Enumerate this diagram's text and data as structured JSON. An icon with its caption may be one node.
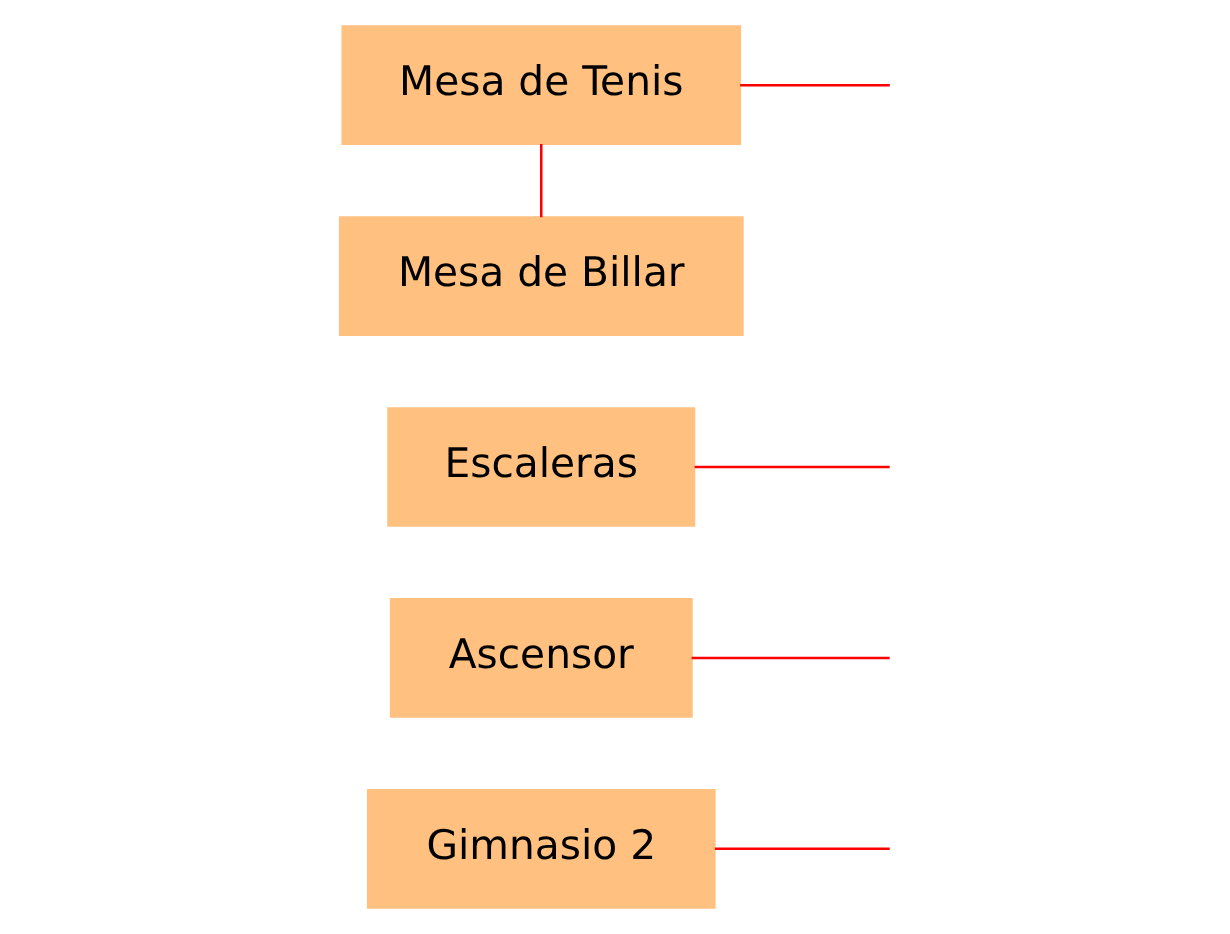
{
  "diagram": {
    "nodes": [
      {
        "text": [
          "Gimnasio 2"
        ]
      },
      {
        "text": [
          "Ascensor"
        ]
      },
      {
        "text": [
          "Escaleras"
        ]
      },
      {
        "text": [
          "Mesa de Tenis"
        ]
      },
      {
        "text": [
          "Mesa de Billar"
        ]
      }
    ],
    "edges": [
      {
        "from": 0,
        "to": null,
        "arrow": "none"
      },
      {
        "from": 1,
        "to": null,
        "arrow": "none"
      },
      {
        "from": 2,
        "to": null,
        "arrow": "none"
      },
      {
        "from": 3,
        "to": null,
        "arrow": "none"
      },
      {
        "from": 3,
        "to": 4,
        "arrow": "none"
      }
    ]
  }
}
